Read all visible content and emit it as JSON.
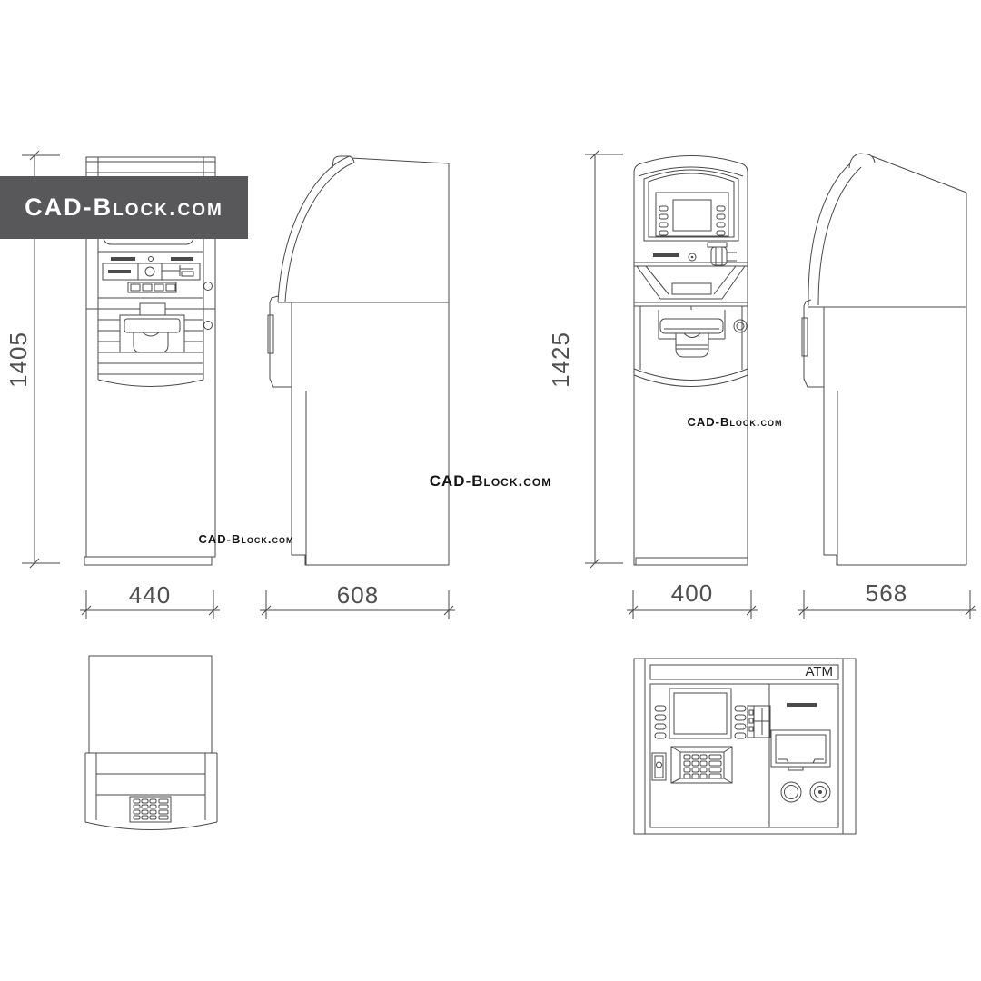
{
  "banner": {
    "text": "CAD-Block.com"
  },
  "watermarks": {
    "left": "CAD-Block.com",
    "center": "CAD-Block.com",
    "right": "CAD-Block.com"
  },
  "dimensions": {
    "atm1_height": "1405",
    "atm1_width": "440",
    "atm1_depth": "608",
    "atm2_height": "1425",
    "atm2_width": "400",
    "atm2_depth": "568"
  },
  "panel": {
    "label": "ATM"
  },
  "colors": {
    "background": "#ffffff",
    "line": "#4a4a4a",
    "dim_text": "#4f4f4f",
    "banner_bg": "#58585b",
    "banner_text": "#ffffff",
    "watermark": "#141414"
  }
}
